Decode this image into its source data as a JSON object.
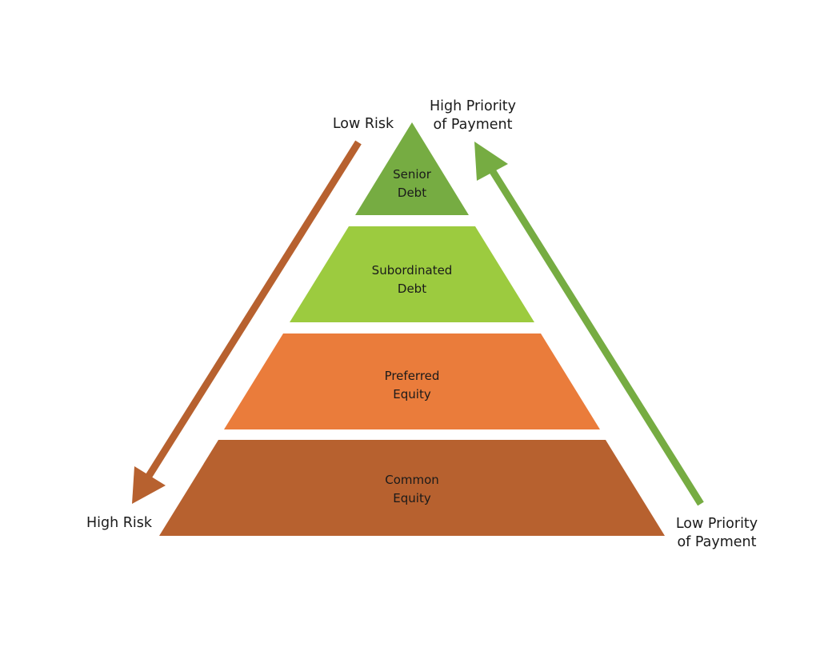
{
  "layers": [
    {
      "line1": "Senior",
      "line2": "Debt",
      "color": "#76AC42"
    },
    {
      "line1": "Subordinated",
      "line2": "Debt",
      "color": "#9CCB3F"
    },
    {
      "line1": "Preferred",
      "line2": "Equity",
      "color": "#EA7C3B"
    },
    {
      "line1": "Common",
      "line2": "Equity",
      "color": "#B7612F"
    }
  ],
  "risk_arrow": {
    "start_label": "Low Risk",
    "end_label": "High Risk",
    "color": "#B7612F"
  },
  "priority_arrow": {
    "start_label_line1": "Low Priority",
    "start_label_line2": "of Payment",
    "end_label_line1": "High Priority",
    "end_label_line2": "of Payment",
    "color": "#76AC42"
  }
}
